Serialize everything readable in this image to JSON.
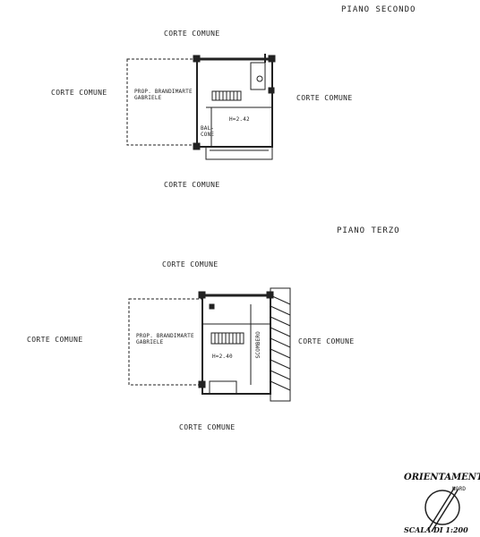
{
  "floor_plans": {
    "second_floor": {
      "title": "PIANO SECONDO",
      "top_label": "CORTE COMUNE",
      "left_label": "CORTE COMUNE",
      "right_label": "CORTE COMUNE",
      "bottom_label": "CORTE COMUNE",
      "owner_label": "PROP. BRANDIMARTE GABRIELE",
      "room_height": "H=2.42",
      "balcony_label": "BAL-CONE"
    },
    "third_floor": {
      "title": "PIANO TERZO",
      "top_label": "CORTE COMUNE",
      "left_label": "CORTE COMUNE",
      "right_label": "CORTE COMUNE",
      "bottom_label": "CORTE COMUNE",
      "owner_label": "PROP. BRANDIMARTE GABRIELE",
      "room_height": "H=2.40",
      "storage_label": "SCOMBERO"
    }
  },
  "orientation": {
    "title": "ORIENTAMENTO",
    "north_label": "NORD",
    "scale_label": "SCALA DI 1:200"
  }
}
